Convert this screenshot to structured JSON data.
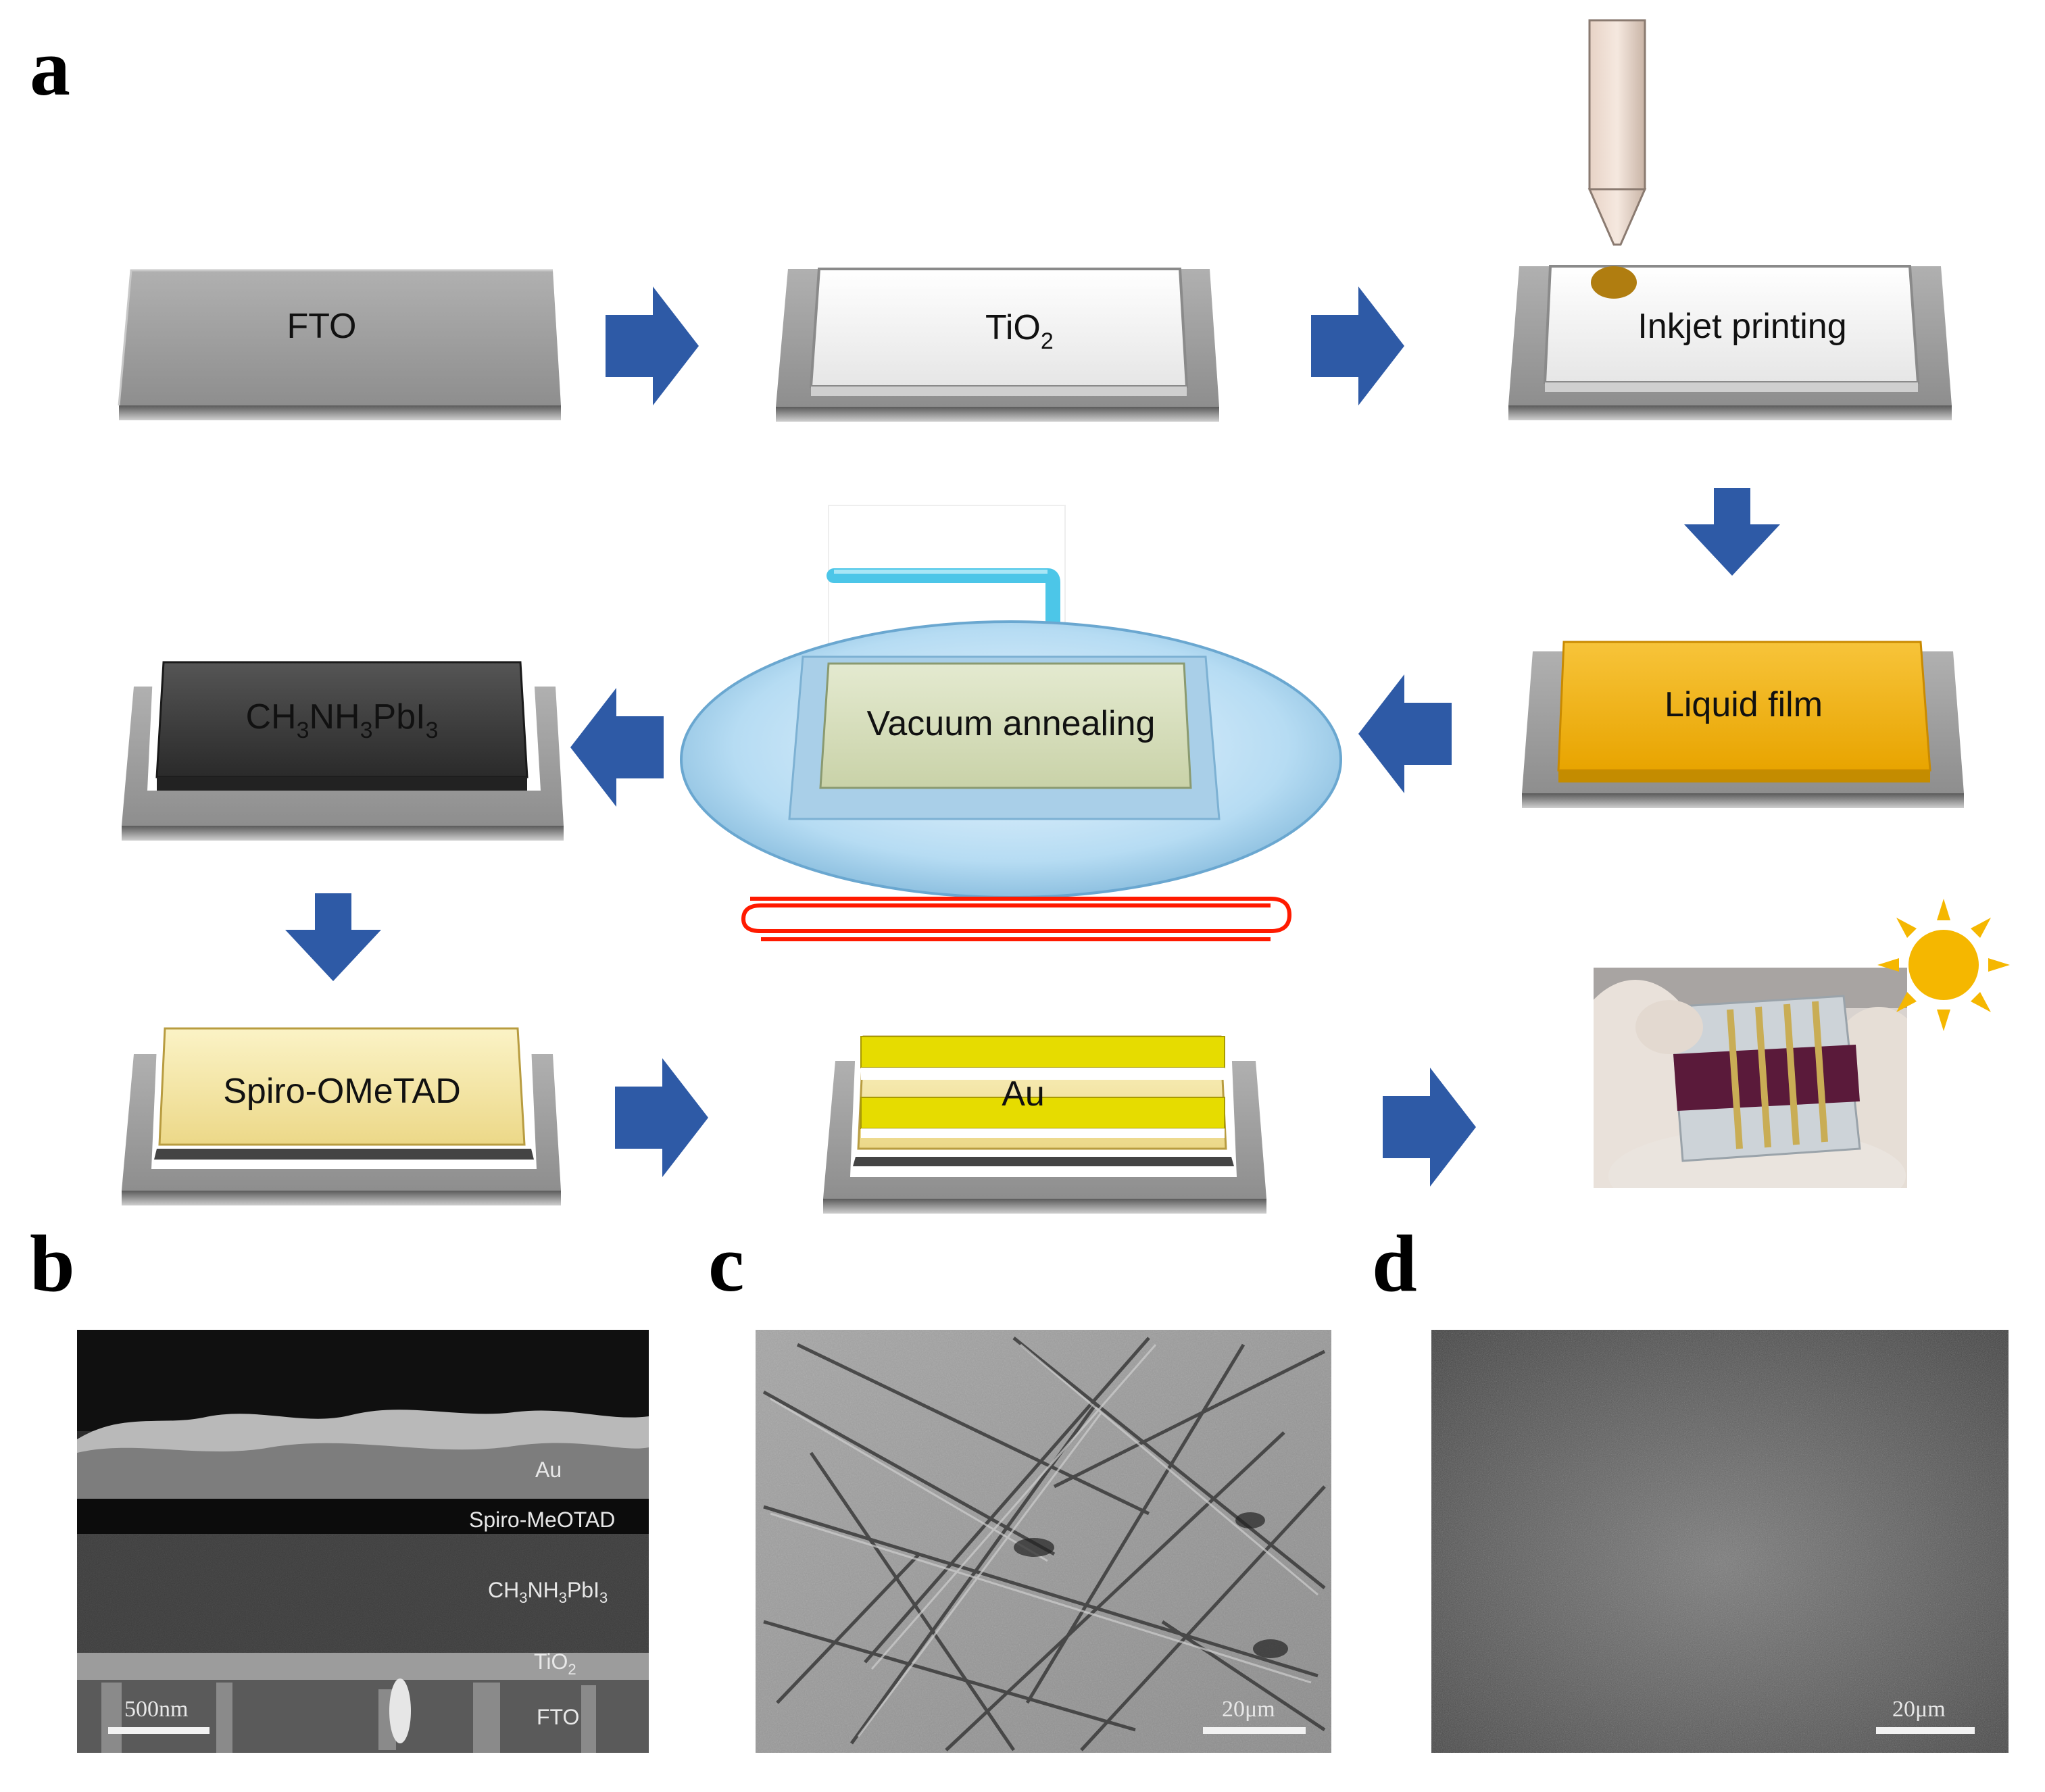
{
  "panels": {
    "a": "a",
    "b": "b",
    "c": "c",
    "d": "d"
  },
  "steps": {
    "fto": "FTO",
    "tio2": {
      "main": "TiO",
      "sub": "2"
    },
    "inkjet": "Inkjet printing",
    "liquid_film": "Liquid film",
    "vacuum_annealing": "Vacuum annealing",
    "perovskite": {
      "p1": "CH",
      "s1": "3",
      "p2": "NH",
      "s2": "3",
      "p3": "PbI",
      "s3": "3"
    },
    "spiro": "Spiro-OMeTAD",
    "au": "Au"
  },
  "sem_b": {
    "layers": {
      "au": "Au",
      "spiro": "Spiro-MeOTAD",
      "perovskite": {
        "p1": "CH",
        "s1": "3",
        "p2": "NH",
        "s2": "3",
        "p3": "PbI",
        "s3": "3"
      },
      "tio2": {
        "main": "TiO",
        "sub": "2"
      },
      "fto": "FTO"
    },
    "scale": "500nm"
  },
  "sem_c": {
    "scale": "20μm"
  },
  "sem_d": {
    "scale": "20μm"
  },
  "colors": {
    "arrow": "#2e5aa6",
    "substrate": "#9a9a9a",
    "liquid_film": "#f2b21c",
    "perovskite": "#3c3c3c",
    "spiro": "#f4e4a0",
    "au_stripe": "#e6dc00",
    "heater_coil": "#ff1a00",
    "sun": "#f5b700",
    "tube": "#4cc6e8"
  }
}
